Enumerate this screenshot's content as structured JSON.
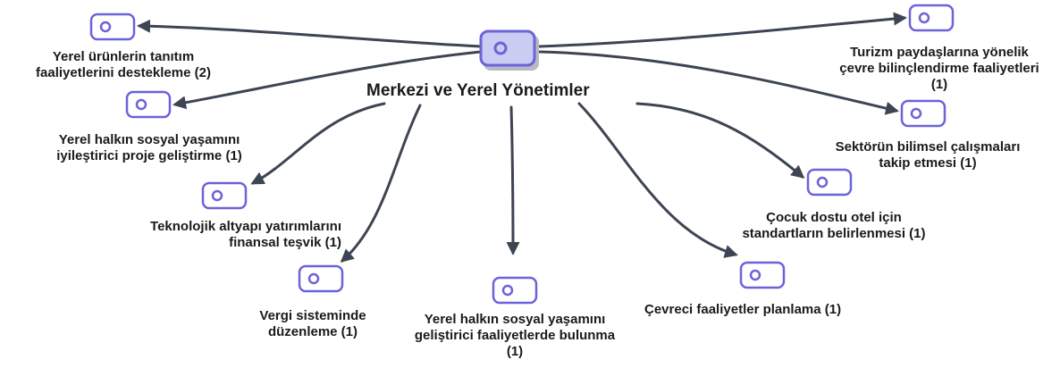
{
  "center": {
    "label": "Merkezi ve Yerel Yönetimler",
    "icon": "tag-icon"
  },
  "colors": {
    "edge": "#3d4452",
    "icon_stroke": "#6b63d9",
    "icon_fill": "#ffffff",
    "center_icon_fill": "#c9cdf2",
    "center_icon_shadow": "#b9b9c2",
    "text": "#1a1a1a"
  },
  "nodes": [
    {
      "id": "n1",
      "label": "Yerel ürünlerin tanıtım\nfaaliyetlerini destekleme (2)",
      "icon": "tag-icon"
    },
    {
      "id": "n2",
      "label": "Yerel halkın sosyal yaşamını\niyileştirici proje geliştirme (1)",
      "icon": "tag-icon"
    },
    {
      "id": "n3",
      "label": "Teknolojik altyapı yatırımlarını\nfinansal teşvik (1)",
      "icon": "tag-icon"
    },
    {
      "id": "n4",
      "label": "Vergi sisteminde\ndüzenleme (1)",
      "icon": "tag-icon"
    },
    {
      "id": "n5",
      "label": "Yerel halkın sosyal yaşamını\ngeliştirici faaliyetlerde bulunma\n(1)",
      "icon": "tag-icon"
    },
    {
      "id": "n6",
      "label": "Çevreci faaliyetler planlama (1)",
      "icon": "tag-icon"
    },
    {
      "id": "n7",
      "label": "Çocuk dostu otel için\nstandartların belirlenmesi (1)",
      "icon": "tag-icon"
    },
    {
      "id": "n8",
      "label": "Sektörün bilimsel çalışmaları\ntakip etmesi (1)",
      "icon": "tag-icon"
    },
    {
      "id": "n9",
      "label": "Turizm paydaşlarına yönelik\nçevre bilinçlendirme faaliyetleri\n(1)",
      "icon": "tag-icon"
    }
  ]
}
